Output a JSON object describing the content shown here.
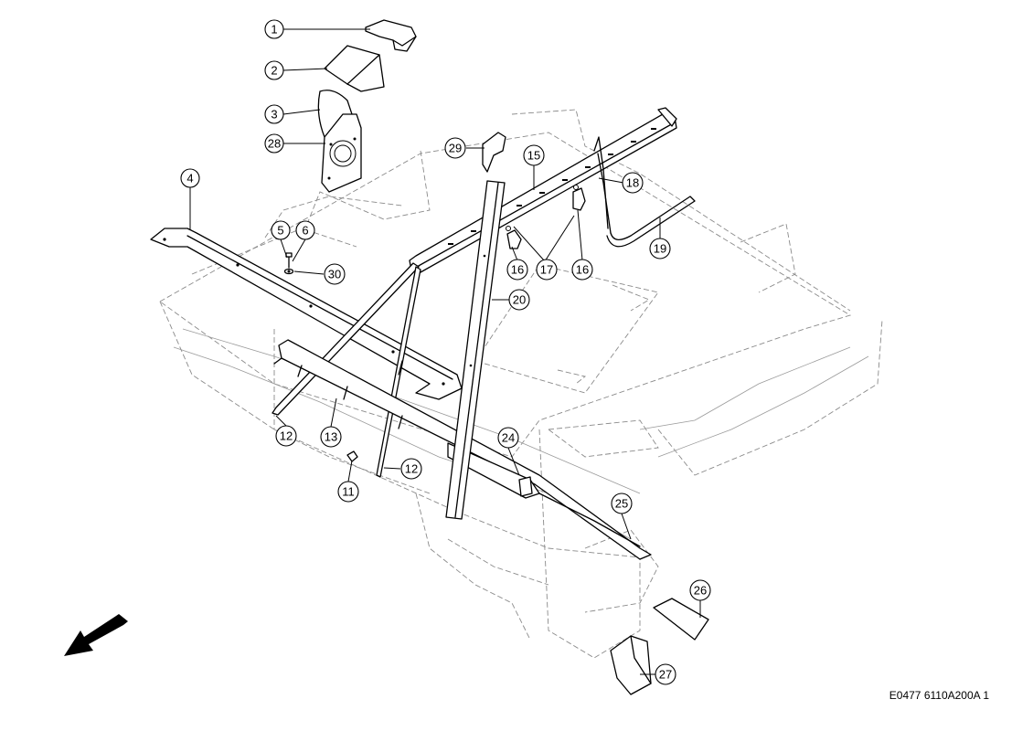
{
  "figure_code": "E0477 6110A200A 1",
  "callouts": [
    "1",
    "2",
    "3",
    "28",
    "4",
    "5",
    "6",
    "30",
    "29",
    "15",
    "18",
    "19",
    "16",
    "17",
    "16",
    "20",
    "12",
    "13",
    "12",
    "11",
    "24",
    "25",
    "26",
    "27"
  ]
}
